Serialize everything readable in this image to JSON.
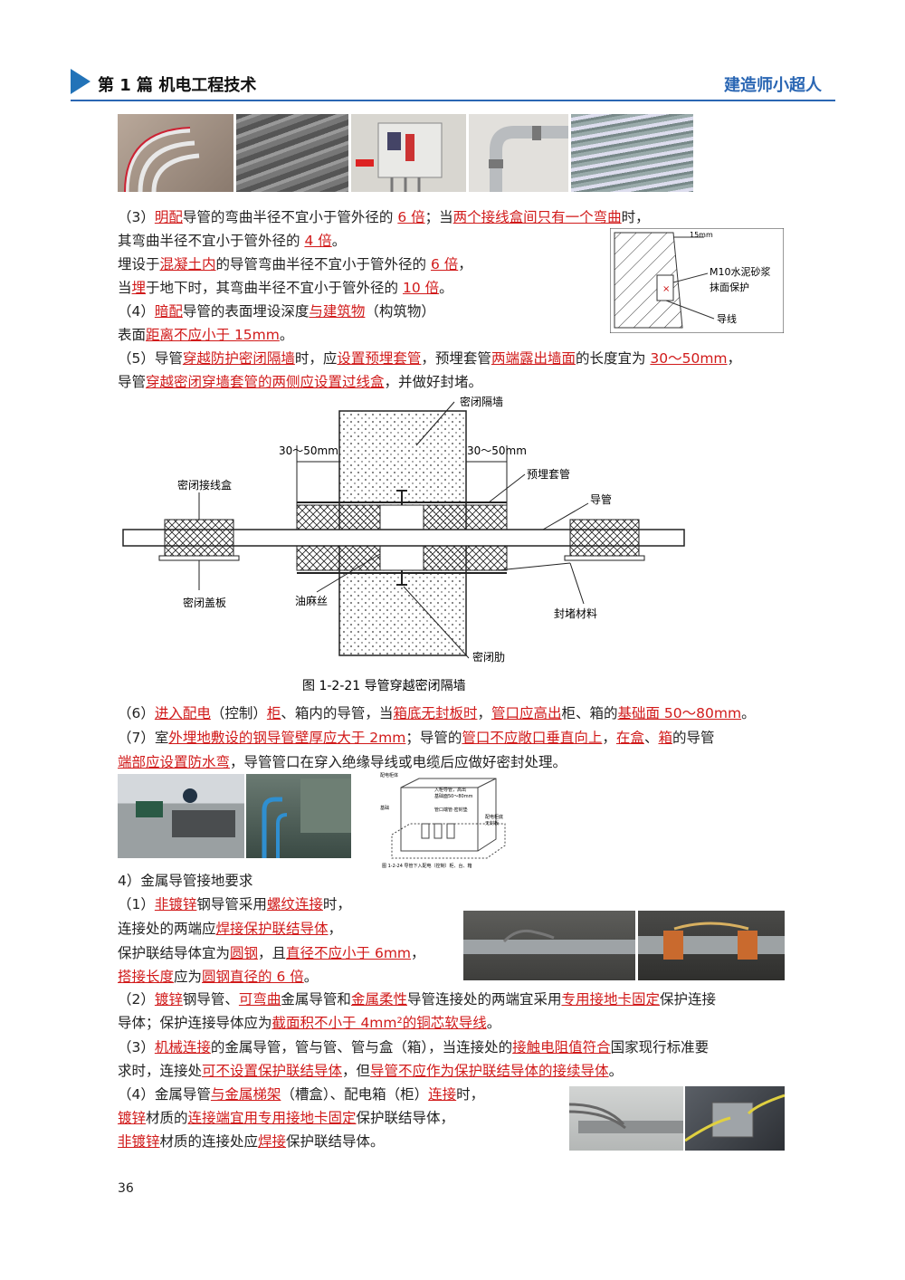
{
  "header": {
    "title": "第 1 篇  机电工程技术",
    "brand": "建造师小超人"
  },
  "icons": {
    "header_marker": "triangle-marker-icon"
  },
  "paragraphs": {
    "p3": [
      [
        "（3）",
        {
          "u": "明配"
        },
        "导管的弯曲半径不宜小于管外径的 ",
        {
          "u": "6 倍"
        },
        "；当",
        {
          "u": "两个接线盒间只有一个弯曲"
        },
        "时，"
      ],
      [
        "其弯曲半径不宜小于管外径的 ",
        {
          "u": "4 倍"
        },
        "。"
      ],
      [
        "埋设于",
        {
          "u": "混凝土内"
        },
        "的导管弯曲半径不宜小于管外径的 ",
        {
          "u": "6 倍"
        },
        "，"
      ],
      [
        "当",
        {
          "u": "埋"
        },
        "于地下时，其弯曲半径不宜小于管外径的 ",
        {
          "u": "10 倍"
        },
        "。"
      ],
      [
        "（4）",
        {
          "u": "暗配"
        },
        "导管的表面埋设深度",
        {
          "u": "与建筑物"
        },
        "（构筑物）"
      ],
      [
        "表面",
        {
          "u": "距离不应小于 15mm"
        },
        "。"
      ],
      [
        "（5）导管",
        {
          "u": "穿越防护密闭隔墙"
        },
        "时，应",
        {
          "u": "设置预埋套管"
        },
        "，预埋套管",
        {
          "u": "两端露出墙面"
        },
        "的长度宜为 ",
        {
          "u": "30～50mm"
        },
        "，"
      ],
      [
        "导管",
        {
          "u": "穿越密闭穿墙套管的两侧应设置过线盒"
        },
        "，并做好封堵。"
      ]
    ],
    "p6": [
      [
        "（6）",
        {
          "u": "进入配电"
        },
        "（控制）",
        {
          "u": "柜"
        },
        "、箱内的导管，当",
        {
          "u": "箱底无封板时"
        },
        "，",
        {
          "u": "管口应高出"
        },
        "柜、箱的",
        {
          "u": "基础面 50～80mm"
        },
        "。"
      ],
      [
        "（7）室",
        {
          "u": "外埋地敷设的钢导管壁厚应大于 2mm"
        },
        "；导管的",
        {
          "u": "管口不应敞口垂直向上"
        },
        "，",
        {
          "u": "在盒"
        },
        "、",
        {
          "u": "箱"
        },
        "的导管"
      ],
      [
        {
          "u": "端部应设置防水弯"
        },
        "，导管管口在穿入绝缘导线或电缆后应做好密封处理。"
      ]
    ],
    "p4": [
      [
        "4）金属导管接地要求"
      ],
      [
        "（1）",
        {
          "u": "非镀锌"
        },
        "钢导管采用",
        {
          "u": "螺纹连接"
        },
        "时，"
      ],
      [
        "连接处的两端应",
        {
          "u": "焊接保护联结导体"
        },
        "，"
      ],
      [
        "保护联结导体宜为",
        {
          "u": "圆钢"
        },
        "，且",
        {
          "u": "直径不应小于 6mm"
        },
        "，"
      ],
      [
        {
          "u": "搭接长度"
        },
        "应为",
        {
          "u": "圆钢直径的 6 倍"
        },
        "。"
      ],
      [
        "（2）",
        {
          "u": "镀锌"
        },
        "钢导管、",
        {
          "u": "可弯曲"
        },
        "金属导管和",
        {
          "u": "金属柔性"
        },
        "导管连接处的两端宜采用",
        {
          "u": "专用接地卡固定"
        },
        "保护连接"
      ],
      [
        "导体；保护连接导体应为",
        {
          "u": "截面积不小于 4mm²的铜芯软导线"
        },
        "。"
      ],
      [
        "（3）",
        {
          "u": "机械连接"
        },
        "的金属导管，管与管、管与盒（箱），当连接处的",
        {
          "u": "接触电阻值符合"
        },
        "国家现行标准要"
      ],
      [
        "求时，连接处",
        {
          "u": "可不设置保护联结导体"
        },
        "，但",
        {
          "u": "导管不应作为保护联结导体的接续导体"
        },
        "。"
      ],
      [
        "（4）金属导管",
        {
          "u": "与金属梯架"
        },
        "（槽盒）、配电箱（柜）",
        {
          "u": "连接"
        },
        "时，"
      ],
      [
        {
          "u": "镀锌"
        },
        "材质的",
        {
          "u": "连接端宜用专用接地卡固定"
        },
        "保护联结导体，"
      ],
      [
        {
          "u": "非镀锌"
        },
        "材质的连接处应",
        {
          "u": "焊接"
        },
        "保护联结导体。"
      ]
    ]
  },
  "fig_small": {
    "dim": "15mm",
    "label1": "M10水泥砂浆",
    "label2": "抹面保护",
    "label3": "导线"
  },
  "fig_main": {
    "wall": "密闭隔墙",
    "dim_left": "30～50mm",
    "dim_right": "30～50mm",
    "box": "密闭接线盒",
    "sleeve": "预埋套管",
    "pipe": "导管",
    "cover": "密闭盖板",
    "hemp": "油麻丝",
    "seal": "封堵材料",
    "rib": "密闭肋",
    "caption": "图 1-2-21    导管穿越密闭隔墙"
  },
  "fig_cabinet": {
    "label_a": "配电柜体",
    "label_b": "入柜导管，高出",
    "label_c": "基础面50～80mm",
    "label_d": "基础",
    "label_e": "管口端管·密封垫",
    "label_f": "配电柜底",
    "label_g": "无封板",
    "caption": "图 1-2-24  导管下入配电（控制）柜、台、箱"
  },
  "page_number": "36"
}
